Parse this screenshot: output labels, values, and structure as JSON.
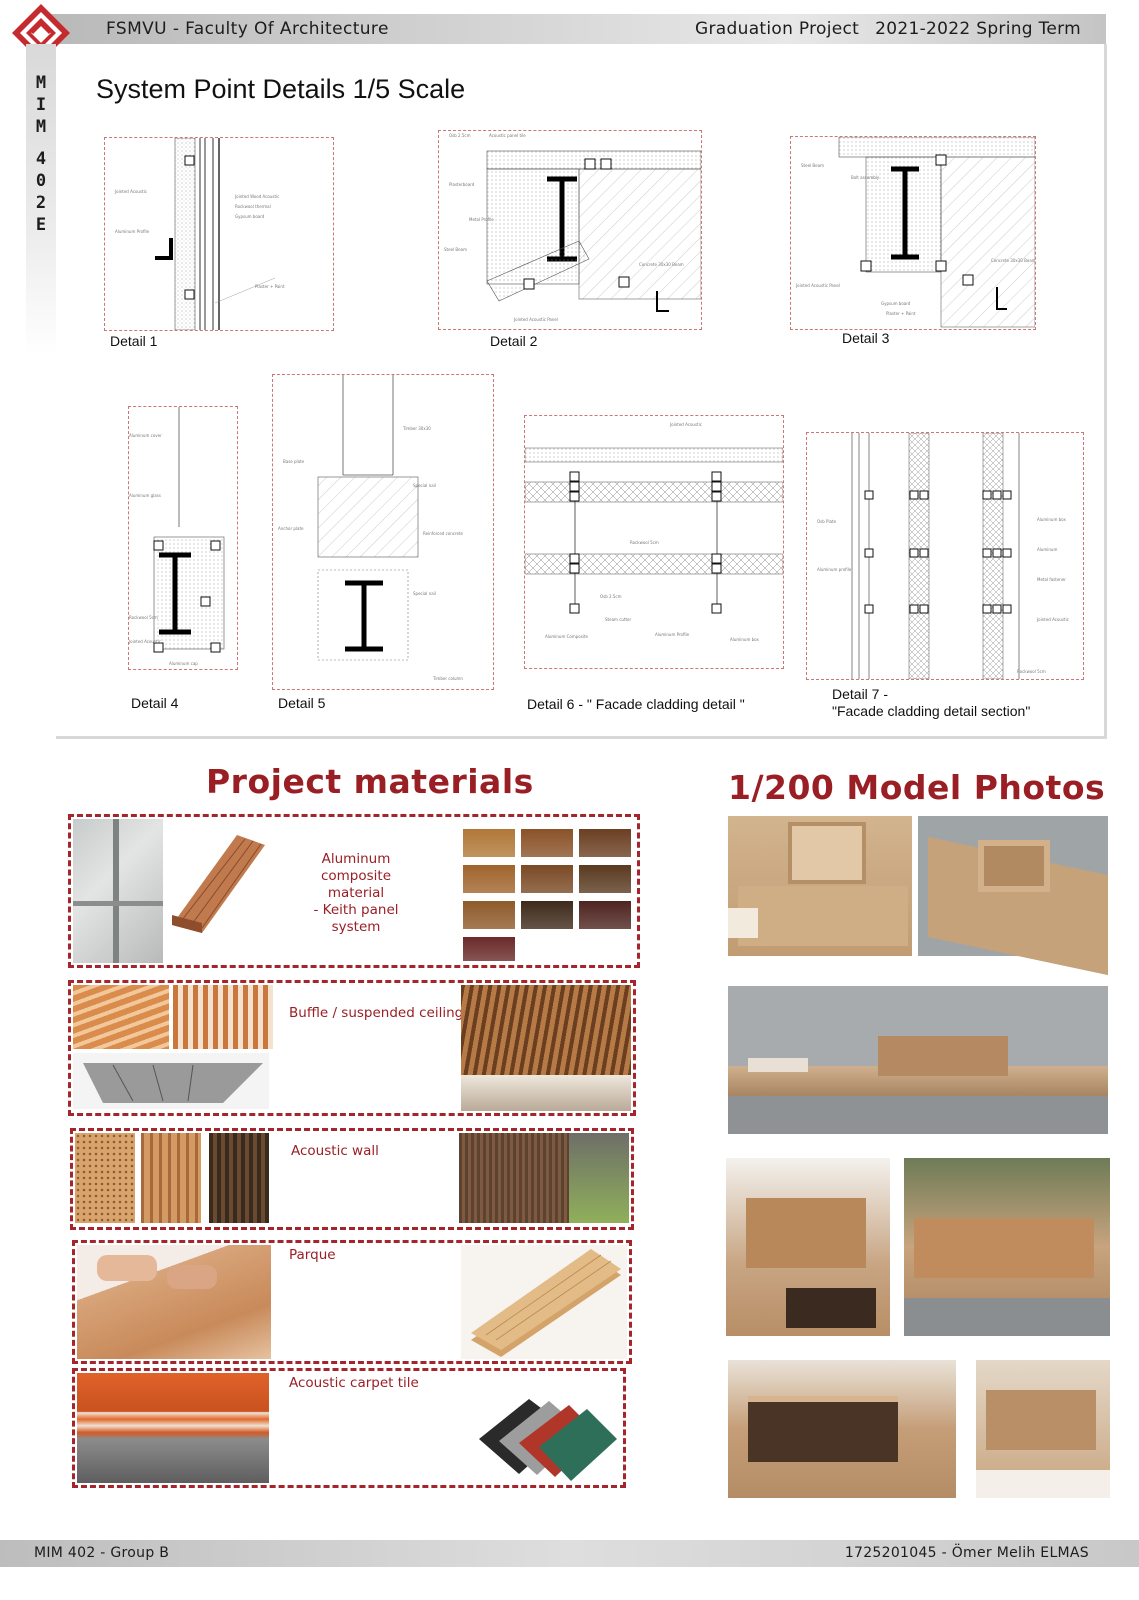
{
  "header": {
    "left_text": "FSMVU - Faculty Of Architecture",
    "project": "Graduation Project",
    "term": "2021-2022 Spring Term"
  },
  "side_code": [
    "M",
    "I",
    "M",
    "4",
    "0",
    "2",
    "E"
  ],
  "details_section": {
    "title": "System Point Details 1/5  Scale",
    "captions": {
      "d1": "Detail 1",
      "d2": "Detail 2",
      "d3": "Detail 3",
      "d4": "Detail 4",
      "d5": "Detail 5",
      "d6": "Detail 6 - \" Facade cladding detail \"",
      "d7_line1": "Detail 7 -",
      "d7_line2": "\"Facade cladding detail section\""
    }
  },
  "materials": {
    "title": "Project materials",
    "items": [
      {
        "label_line1": "Aluminum composite",
        "label_line2": "material",
        "label_line3": "- Keith panel system"
      },
      {
        "label": "Buffle / suspended ceiling"
      },
      {
        "label": "Acoustic wall"
      },
      {
        "label": "Parque"
      },
      {
        "label": "Acoustic carpet tile"
      }
    ],
    "swatch_colors": [
      "#b07838",
      "#8a5228",
      "#6b3f22",
      "#a0642c",
      "#7a4a25",
      "#5a3a20",
      "#8e5a2a",
      "#3e2a1a",
      "#4e2420",
      "#6a2a2a"
    ]
  },
  "model": {
    "title": "1/200 Model Photos"
  },
  "footer": {
    "left": "MIM 402 - Group B",
    "right": "1725201045 - Ömer Melih ELMAS"
  },
  "colors": {
    "accent": "#9a1f25",
    "cardboard": "#c9a07a",
    "background_grey": "#a9adb1"
  }
}
